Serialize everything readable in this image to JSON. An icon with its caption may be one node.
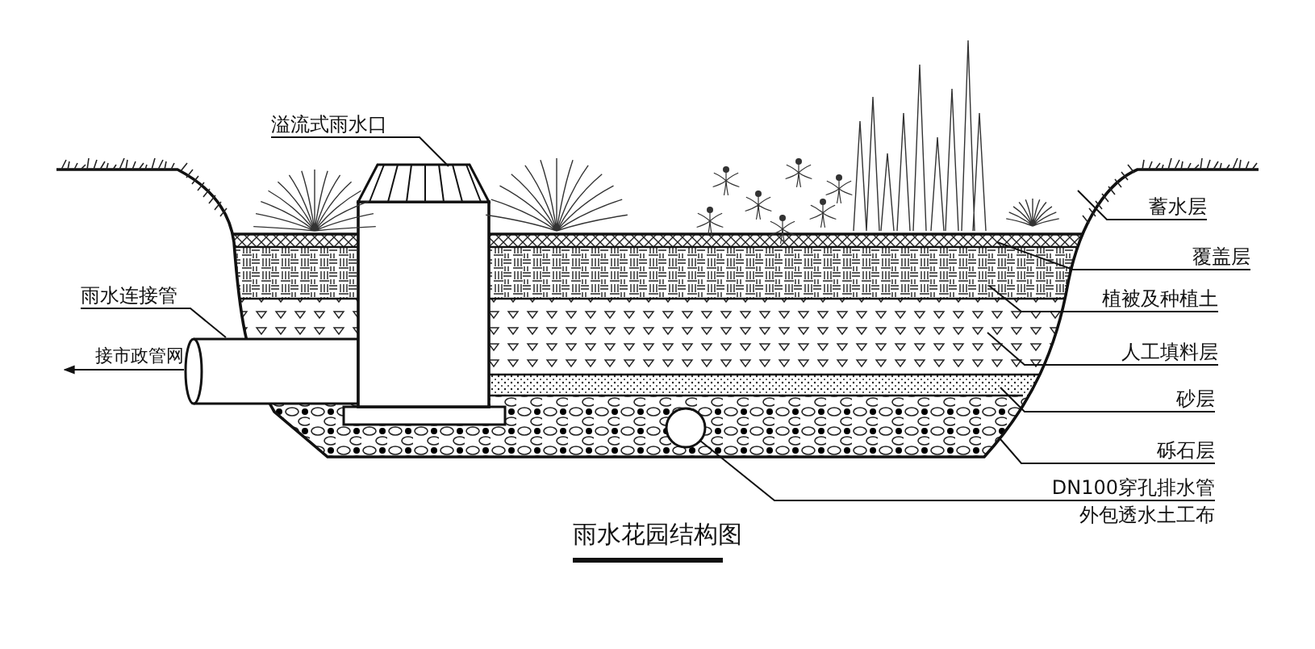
{
  "diagram": {
    "title": "雨水花园结构图",
    "nodes": [
      {
        "text": [
          "溢流式雨水口"
        ]
      },
      {
        "text": [
          "雨水连接管"
        ]
      },
      {
        "text": [
          "接市政管网"
        ]
      },
      {
        "text": [
          "蓄水层"
        ]
      },
      {
        "text": [
          "覆盖层"
        ]
      },
      {
        "text": [
          "植被及种植土"
        ]
      },
      {
        "text": [
          "人工填料层"
        ]
      },
      {
        "text": [
          "砂层"
        ]
      },
      {
        "text": [
          "砾石层"
        ]
      },
      {
        "text": [
          "DN100穿孔排水管"
        ]
      },
      {
        "text": [
          "外包透水土工布"
        ]
      },
      {
        "text": [],
        "shape": "circle"
      }
    ],
    "edges": [
      {
        "from": 0,
        "to": null,
        "arrow": "none"
      },
      {
        "from": 1,
        "to": null,
        "arrow": "none"
      },
      {
        "from": 2,
        "to": null,
        "arrow": "to"
      },
      {
        "from": 3,
        "to": null,
        "arrow": "none"
      },
      {
        "from": 4,
        "to": null,
        "arrow": "none"
      },
      {
        "from": 5,
        "to": null,
        "arrow": "none"
      },
      {
        "from": 6,
        "to": null,
        "arrow": "none"
      },
      {
        "from": 7,
        "to": null,
        "arrow": "none"
      },
      {
        "from": 8,
        "to": null,
        "arrow": "none"
      },
      {
        "from": 9,
        "to": 11,
        "arrow": "none"
      },
      {
        "from": 10,
        "to": 11,
        "arrow": "none"
      }
    ]
  }
}
